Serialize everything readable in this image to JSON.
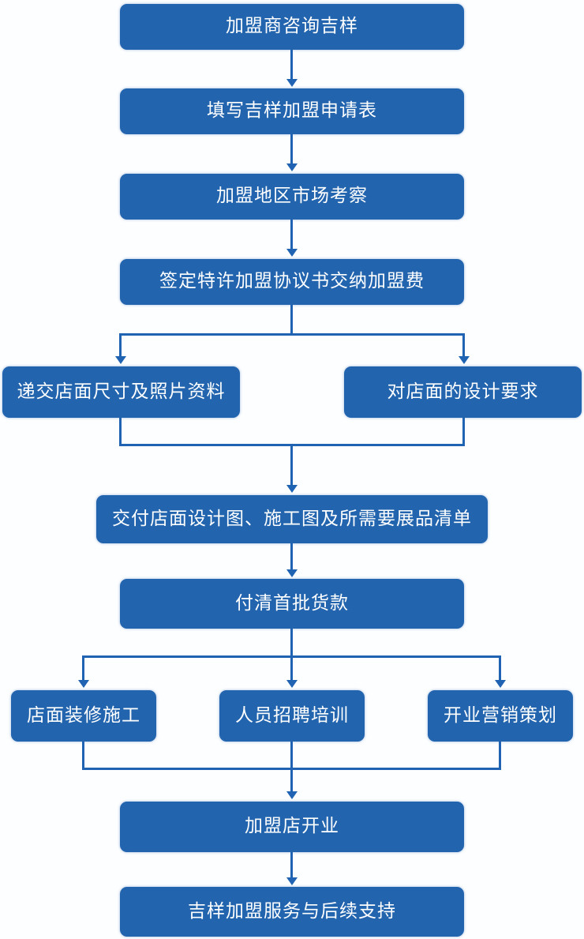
{
  "colors": {
    "box_fill": "#2264ae",
    "connector": "#1f63b2",
    "box_text": "#ffffff",
    "background": "#fdfeff"
  },
  "flowchart": {
    "nodes": [
      {
        "id": "n1",
        "label": "加盟商咨询吉样"
      },
      {
        "id": "n2",
        "label": "填写吉样加盟申请表"
      },
      {
        "id": "n3",
        "label": "加盟地区市场考察"
      },
      {
        "id": "n4",
        "label": "签定特许加盟协议书交纳加盟费"
      },
      {
        "id": "n5",
        "label": "递交店面尺寸及照片资料"
      },
      {
        "id": "n6",
        "label": "对店面的设计要求"
      },
      {
        "id": "n7",
        "label": "交付店面设计图、施工图及所需要展品清单"
      },
      {
        "id": "n8",
        "label": "付清首批货款"
      },
      {
        "id": "n9",
        "label": "店面装修施工"
      },
      {
        "id": "n10",
        "label": "人员招聘培训"
      },
      {
        "id": "n11",
        "label": "开业营销策划"
      },
      {
        "id": "n12",
        "label": "加盟店开业"
      },
      {
        "id": "n13",
        "label": "吉样加盟服务与后续支持"
      }
    ],
    "edges": [
      {
        "from": "n1",
        "to": "n2"
      },
      {
        "from": "n2",
        "to": "n3"
      },
      {
        "from": "n3",
        "to": "n4"
      },
      {
        "from": "n4",
        "to": "n5"
      },
      {
        "from": "n4",
        "to": "n6"
      },
      {
        "from": "n5",
        "to": "n7"
      },
      {
        "from": "n6",
        "to": "n7"
      },
      {
        "from": "n7",
        "to": "n8"
      },
      {
        "from": "n8",
        "to": "n9"
      },
      {
        "from": "n8",
        "to": "n10"
      },
      {
        "from": "n8",
        "to": "n11"
      },
      {
        "from": "n9",
        "to": "n12"
      },
      {
        "from": "n10",
        "to": "n12"
      },
      {
        "from": "n11",
        "to": "n12"
      },
      {
        "from": "n12",
        "to": "n13"
      }
    ]
  }
}
